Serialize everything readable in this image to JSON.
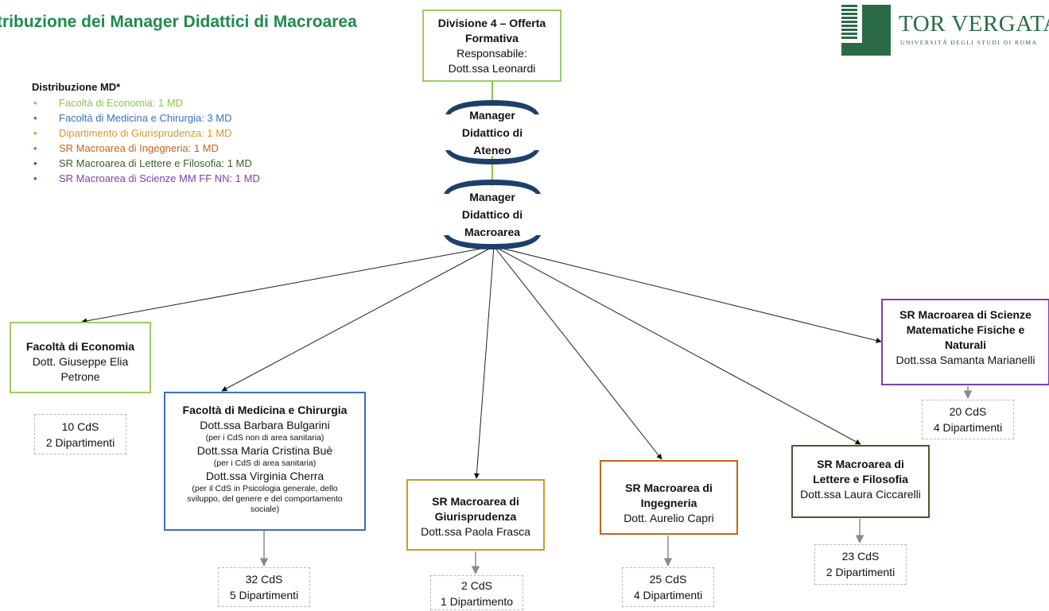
{
  "title": "tribuzione dei Manager Didattici di Macroarea",
  "logo": {
    "name": "TOR VERGATA",
    "subtitle": "UNIVERSITÀ DEGLI STUDI DI ROMA"
  },
  "legend": {
    "heading": "Distribuzione MD*",
    "items": [
      {
        "text": "Facoltà di Economia: 1 MD",
        "color": "#8cc34a"
      },
      {
        "text": "Facoltà di Medicina e Chirurgia: 3 MD",
        "color": "#3b6ec5"
      },
      {
        "text": "Dipartimento di Giurisprudenza: 1 MD",
        "color": "#d19a2a"
      },
      {
        "text": "SR Macroarea di Ingegneria: 1 MD",
        "color": "#c8641f"
      },
      {
        "text": "SR Macroarea di Lettere e Filosofia: 1 MD",
        "color": "#3e5e2a"
      },
      {
        "text": "SR Macroarea di Scienze MM FF NN: 1 MD",
        "color": "#7b3fb0"
      }
    ]
  },
  "division": {
    "line1": "Divisione 4 – Offerta",
    "line2": "Formativa",
    "line3": "Responsabile:",
    "line4": "Dott.ssa Leonardi"
  },
  "manager_ateneo": {
    "line1": "Manager",
    "line2": "Didattico di",
    "line3": "Ateneo"
  },
  "manager_macroarea": {
    "line1": "Manager",
    "line2": "Didattico di",
    "line3": "Macroarea"
  },
  "units": {
    "economia": {
      "title": "Facoltà di Economia",
      "name1": "Dott. Giuseppe Elia",
      "name2": "Petrone",
      "count1": "10 CdS",
      "count2": "2 Dipartimenti"
    },
    "medicina": {
      "title": "Facoltà di Medicina e Chirurgia",
      "n1": "Dott.ssa Barbara Bulgarini",
      "s1": "(per i CdS non di area sanitaria)",
      "n2": "Dott.ssa Maria Cristina Buè",
      "s2": "(per i CdS di area sanitaria)",
      "n3": "Dott.ssa Virginia Cherra",
      "s3a": "(per il CdS in Psicologia generale, dello",
      "s3b": "sviluppo, del genere e del comportamento",
      "s3c": "sociale)",
      "count1": "32 CdS",
      "count2": "5 Dipartimenti"
    },
    "giurisprudenza": {
      "title1": "SR Macroarea di",
      "title2": "Giurisprudenza",
      "name": "Dott.ssa Paola Frasca",
      "count1": "2 CdS",
      "count2": "1 Dipartimento"
    },
    "ingegneria": {
      "title1": "SR Macroarea di",
      "title2": "Ingegneria",
      "name": "Dott. Aurelio Capri",
      "count1": "25 CdS",
      "count2": "4 Dipartimenti"
    },
    "lettere": {
      "title1": "SR Macroarea di",
      "title2": "Lettere e Filosofia",
      "name": "Dott.ssa Laura Ciccarelli",
      "count1": "23 CdS",
      "count2": "2 Dipartimenti"
    },
    "scienze": {
      "title1": "SR Macroarea di Scienze",
      "title2": "Matematiche Fisiche e",
      "title3": "Naturali",
      "name": "Dott.ssa Samanta Marianelli",
      "count1": "20 CdS",
      "count2": "4 Dipartimenti"
    }
  },
  "colors": {
    "green": "#8cc34a",
    "blue": "#3b6ec5",
    "gold": "#d19a2a",
    "orange": "#c8641f",
    "darkgreen": "#3e5e2a",
    "purple": "#7b3fb0",
    "navy": "#1f3f6b",
    "title_green": "#1f8a4c"
  }
}
